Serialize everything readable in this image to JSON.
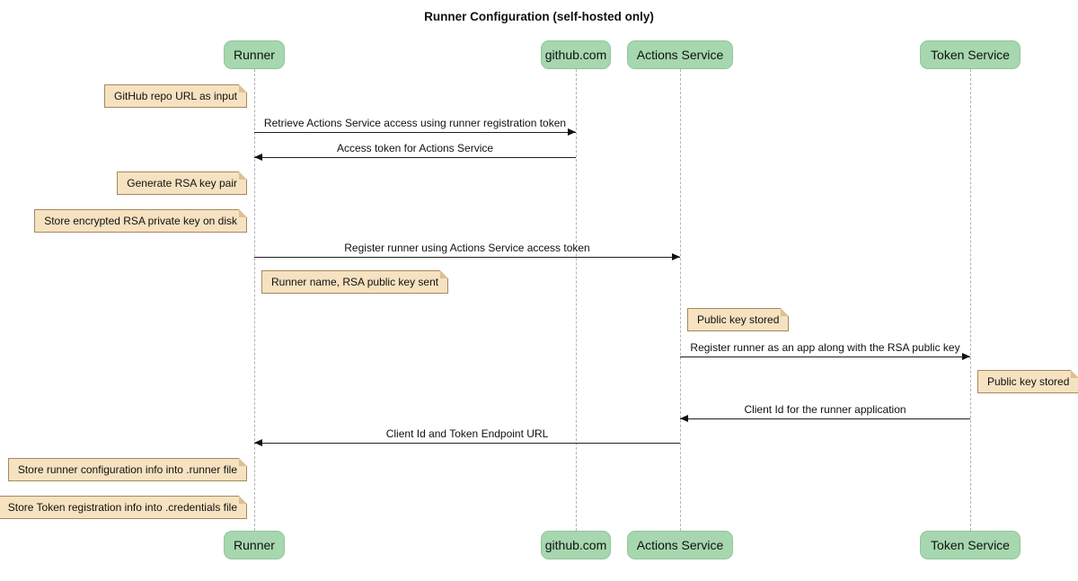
{
  "title": "Runner Configuration (self-hosted only)",
  "participants": [
    {
      "name": "Runner"
    },
    {
      "name": "github.com"
    },
    {
      "name": "Actions Service"
    },
    {
      "name": "Token Service"
    }
  ],
  "messages": [
    {
      "from": "Runner",
      "to": "github.com",
      "label": "Retrieve Actions Service access using runner registration token"
    },
    {
      "from": "github.com",
      "to": "Runner",
      "label": "Access token for Actions Service"
    },
    {
      "from": "Runner",
      "to": "Actions Service",
      "label": "Register runner using Actions Service access token"
    },
    {
      "from": "Actions Service",
      "to": "Token Service",
      "label": "Register runner as an app along with the RSA public key"
    },
    {
      "from": "Token Service",
      "to": "Actions Service",
      "label": "Client Id for the runner application"
    },
    {
      "from": "Actions Service",
      "to": "Runner",
      "label": "Client Id and Token Endpoint URL"
    }
  ],
  "notes": [
    {
      "anchor": "Runner",
      "side": "left",
      "label": "GitHub repo URL as input"
    },
    {
      "anchor": "Runner",
      "side": "left",
      "label": "Generate RSA key pair"
    },
    {
      "anchor": "Runner",
      "side": "left",
      "label": "Store encrypted RSA private key on disk"
    },
    {
      "anchor": "Runner",
      "side": "right",
      "label": "Runner name, RSA public key sent"
    },
    {
      "anchor": "Actions Service",
      "side": "right",
      "label": "Public key stored"
    },
    {
      "anchor": "Token Service",
      "side": "right",
      "label": "Public key stored"
    },
    {
      "anchor": "Runner",
      "side": "left",
      "label": "Store runner configuration info into .runner file"
    },
    {
      "anchor": "Runner",
      "side": "left",
      "label": "Store Token registration info into .credentials file"
    }
  ],
  "colors": {
    "participant_fill": "#a6d7ae",
    "note_fill": "#f6e2c0",
    "lifeline": "#b3b3b3",
    "background": "#ffffff"
  }
}
